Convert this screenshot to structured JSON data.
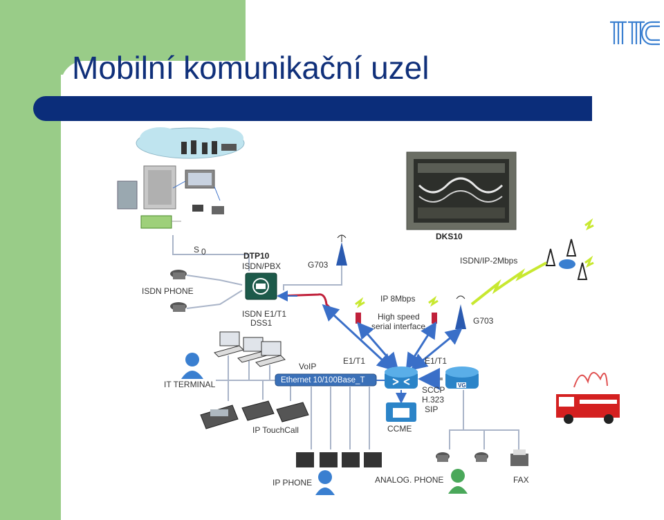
{
  "slide": {
    "title": "Mobilní komunikační uzel",
    "logo_text": "TTC",
    "colors": {
      "accent_green": "#99cc88",
      "title_blue": "#10307a",
      "bar_blue": "#0b2d7a",
      "link_blue": "#3a6fc8",
      "link_red": "#c0203a"
    }
  },
  "diagram": {
    "labels": {
      "dks10": "DKS10",
      "s0": "S",
      "s0_sub": "0",
      "dtp10": "DTP10",
      "isdn_pbx": "ISDN/PBX",
      "g703_left": "G703",
      "isdn_ip": "ISDN/IP-2Mbps",
      "isdn_phone": "ISDN PHONE",
      "ip_8mbps": "IP 8Mbps",
      "high_speed": "High speed",
      "serial_interface": "serial interface",
      "g703_right": "G703",
      "isdn_e1t1": "ISDN E1/T1",
      "dss1": "DSS1",
      "voip": "VoIP",
      "e1t1_left": "E1/T1",
      "e1t1_right": "E1/T1",
      "ethernet": "Ethernet 10/100Base_T",
      "it_terminal": "IT TERMINAL",
      "sccp": "SCCP",
      "h323": "H.323",
      "sip": "SIP",
      "vg": "VG",
      "ip_touchcall": "IP TouchCall",
      "ccme": "CCME",
      "ip_phone": "IP PHONE",
      "analog_phone": "ANALOG. PHONE",
      "fax": "FAX"
    }
  }
}
